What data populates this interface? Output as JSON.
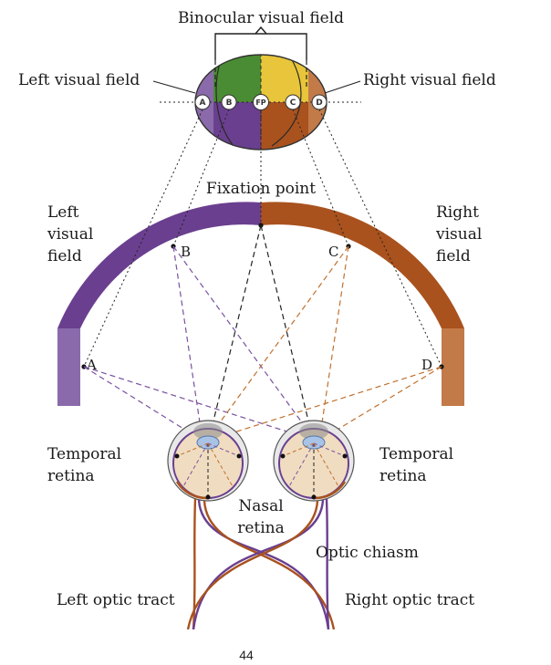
{
  "labels": {
    "binocular": "Binocular visual field",
    "left_field_top": "Left visual field",
    "right_field_top": "Right visual field",
    "fixation": "Fixation point",
    "left_field_arc": [
      "Left",
      "visual",
      "field"
    ],
    "right_field_arc": [
      "Right",
      "visual",
      "field"
    ],
    "temporal_left": [
      "Temporal",
      "retina"
    ],
    "temporal_right": [
      "Temporal",
      "retina"
    ],
    "nasal": [
      "Nasal",
      "retina"
    ],
    "chiasm": "Optic chiasm",
    "left_tract": "Left optic tract",
    "right_tract": "Right optic tract"
  },
  "oval_labels": [
    "A",
    "B",
    "FP",
    "C",
    "D"
  ],
  "arc_points": [
    "A",
    "B",
    "C",
    "D"
  ],
  "page_number": "44",
  "colors": {
    "purple_dark": "#6a3f8f",
    "purple_light": "#8a6aaa",
    "orange_dark": "#a9521e",
    "orange_light": "#c27a48",
    "green": "#4a8c34",
    "yellow": "#e8c53a",
    "eye_fill": "#f0dcc0",
    "lens": "#a9c3e6"
  }
}
